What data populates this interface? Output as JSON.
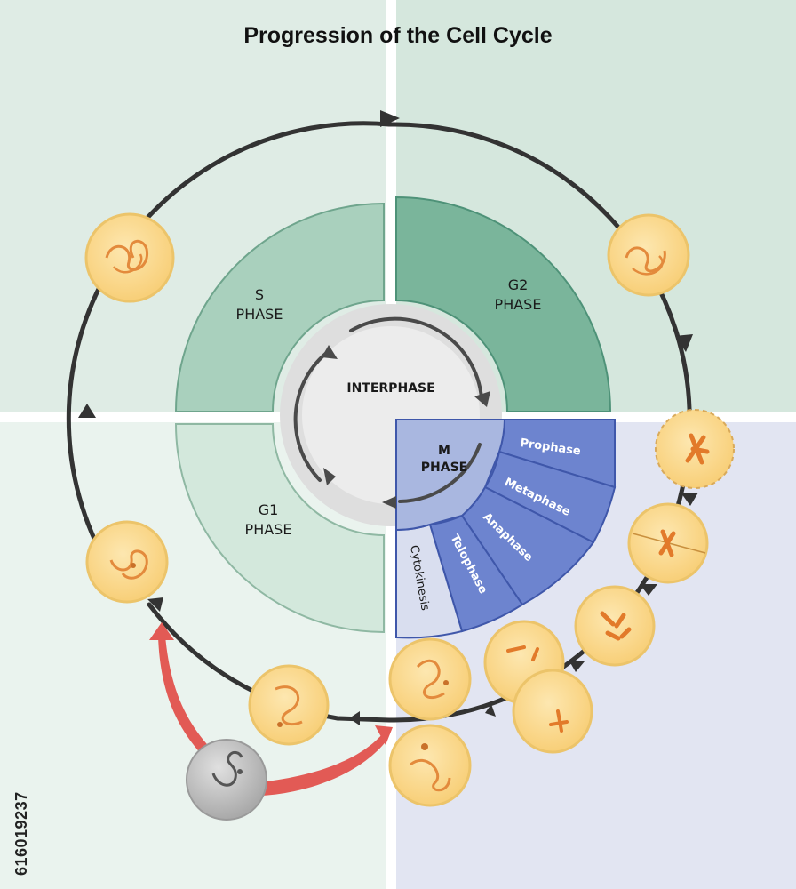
{
  "title": "Progression of the Cell Cycle",
  "phases": {
    "s": {
      "line1": "S",
      "line2": "PHASE"
    },
    "g2": {
      "line1": "G2",
      "line2": "PHASE"
    },
    "g1": {
      "line1": "G1",
      "line2": "PHASE"
    },
    "m": {
      "line1": "M",
      "line2": "PHASE"
    },
    "interphase": "INTERPHASE"
  },
  "m_subphases": {
    "prophase": "Prophase",
    "metaphase": "Metaphase",
    "anaphase": "Anaphase",
    "telophase": "Telophase",
    "cytokinesis": "Cytokinesis"
  },
  "stock_id": "616019237",
  "colors": {
    "background_top_left": "#dfece5",
    "background_top_right": "#d5e7dd",
    "background_bottom_left": "#eaf3ee",
    "background_bottom_right": "#e2e5f2",
    "s_phase": "#a9d0bd",
    "g2_phase": "#7ab59b",
    "g1_phase": "#d3e8dc",
    "m_phase": "#a9b7e0",
    "m_subphase": "#6d84cf",
    "cytokinesis": "#d9deef",
    "interphase_ring": "#dedede",
    "cell_fill": "#fbd98e",
    "cell_border": "#ecc46a",
    "chromatin": "#e38a3c",
    "g0_arrow": "#e25a55",
    "g0_cell": "#bdbdbd",
    "cycle_arrow": "#333333"
  }
}
